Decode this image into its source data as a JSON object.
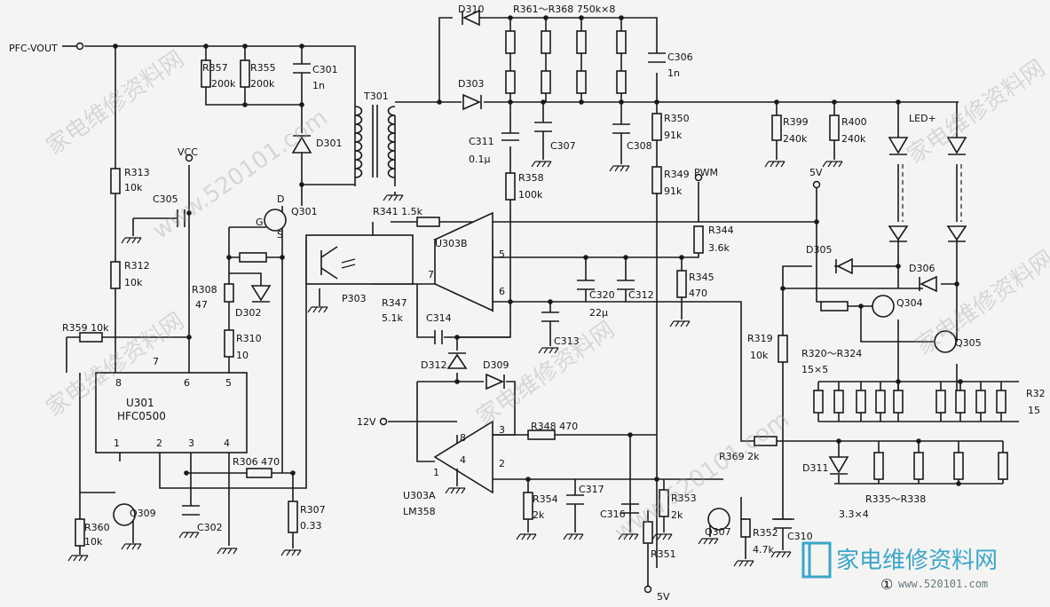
{
  "labels": {
    "pfc": "PFC-VOUT",
    "vcc": "VCC",
    "r357": "R357",
    "r357v": "200k",
    "r355": "R355",
    "r355v": "200k",
    "c301": "C301",
    "c301v": "1n",
    "d301": "D301",
    "t301": "T301",
    "r313": "R313",
    "r313v": "10k",
    "c305": "C305",
    "q301": "Q301",
    "r312": "R312",
    "r312v": "10k",
    "r308": "R308",
    "r308v": "47",
    "d302": "D302",
    "r310": "R310",
    "r310v": "10",
    "r359": "R359 10k",
    "u301": "U301",
    "u301n": "HFC0500",
    "pin8": "8",
    "pin7": "7",
    "pin6": "6",
    "pin5": "5",
    "pin1": "1",
    "pin2": "2",
    "pin3": "3",
    "pin4": "4",
    "r306": "R306 470",
    "q309": "Q309",
    "r360": "R360",
    "r360v": "10k",
    "c302": "C302",
    "r307": "R307",
    "r307v": "0.33",
    "d310": "D310",
    "r361": "R361～R368 750k×8",
    "c306": "C306",
    "c306v": "1n",
    "d303": "D303",
    "c311": "C311",
    "c311v": "0.1μ",
    "c307": "C307",
    "c308": "C308",
    "r350": "R350",
    "r350v": "91k",
    "r358": "R358",
    "r358v": "100k",
    "r349": "R349",
    "r349v": "91k",
    "pwm": "PWM",
    "r341": "R341 1.5k",
    "r344": "R344",
    "r344v": "3.6k",
    "u303b": "U303B",
    "p303": "P303",
    "r347": "R347",
    "r347v": "5.1k",
    "c314": "C314",
    "r345": "R345",
    "r345v": "470",
    "c320": "C320",
    "c312": "C312",
    "c320v": "22μ",
    "c313": "C313",
    "d312": "D312",
    "d309": "D309",
    "v12": "12V",
    "r348": "R348 470",
    "u303a": "U303A",
    "lm358": "LM358",
    "r354": "R354",
    "r354v": "2k",
    "c317": "C317",
    "c316": "C316",
    "r353": "R353",
    "r353v": "2k",
    "r351": "R351",
    "v5b": "5V",
    "q307": "Q307",
    "r352": "R352",
    "r352v": "4.7k",
    "c310": "C310",
    "r399": "R399",
    "r399v": "240k",
    "r400": "R400",
    "r400v": "240k",
    "ledp": "LED+",
    "v5": "5V",
    "d305": "D305",
    "d306": "D306",
    "q304": "Q304",
    "q305": "Q305",
    "r319": "R319",
    "r319v": "10k",
    "r320": "R320～R324",
    "r320v": "15×5",
    "r32x": "R32",
    "r32xv": "15",
    "r369": "R369 2k",
    "d311": "D311",
    "r335": "R335～R338",
    "r335v": "3.3×4",
    "op7": "7",
    "op6": "6",
    "op5": "5",
    "opa8": "8",
    "opa3": "3",
    "opa2": "2",
    "opa1": "1",
    "opa4": "4",
    "q301d": "D",
    "q301g": "G",
    "q301s": "S"
  },
  "watermark": {
    "text1": "家电维修资料网",
    "text2": "www.520101.com",
    "brand": "家电维修资料网",
    "site": "www.520101.com",
    "mark": "①"
  }
}
